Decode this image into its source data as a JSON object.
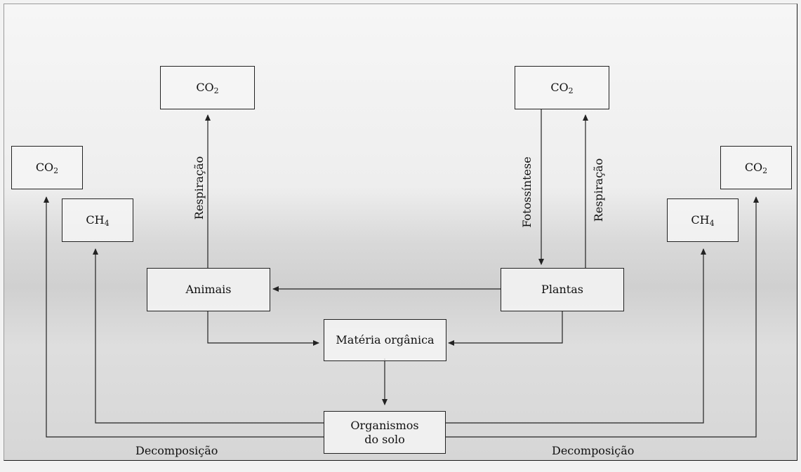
{
  "boxes": {
    "co2_animal": {
      "base": "CO",
      "sub": "2"
    },
    "co2_plant": {
      "base": "CO",
      "sub": "2"
    },
    "co2_left": {
      "base": "CO",
      "sub": "2"
    },
    "co2_right": {
      "base": "CO",
      "sub": "2"
    },
    "ch4_left": {
      "base": "CH",
      "sub": "4"
    },
    "ch4_right": {
      "base": "CH",
      "sub": "4"
    },
    "animais": "Animais",
    "plantas": "Plantas",
    "materia": "Matéria orgânica",
    "organismos": "Organismos do solo"
  },
  "labels": {
    "respiracao_animal": "Respiração",
    "fotossintese": "Fotossíntese",
    "respiracao_plant": "Respiração",
    "decomposicao_left": "Decomposição",
    "decomposicao_right": "Decomposição"
  },
  "colors": {
    "line": "#222222",
    "box_border": "#222222"
  }
}
